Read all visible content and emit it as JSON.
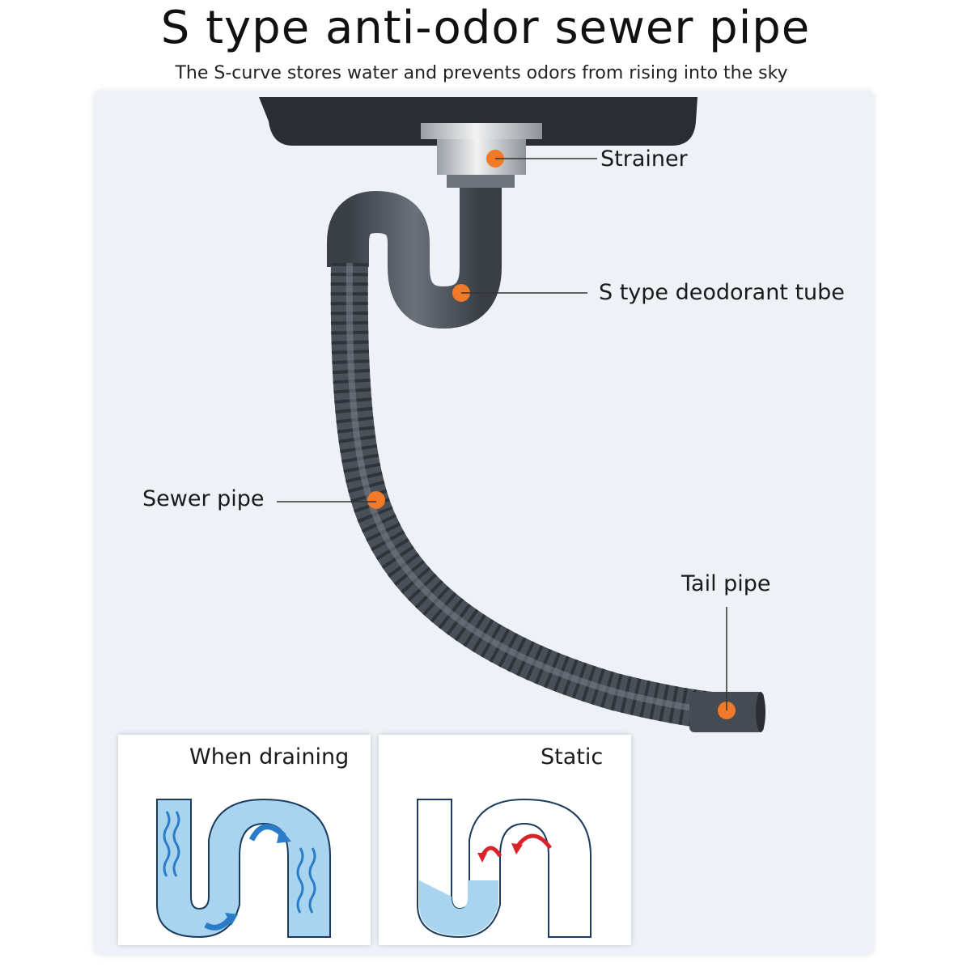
{
  "title": "S type anti-odor sewer pipe",
  "subtitle": "The S-curve stores water and prevents odors from rising into the sky",
  "callouts": {
    "strainer": "Strainer",
    "s_tube": "S type deodorant tube",
    "sewer_pipe": "Sewer pipe",
    "tail_pipe": "Tail pipe"
  },
  "insets": {
    "draining": "When draining",
    "static": "Static"
  },
  "colors": {
    "marker": "#f07a2a",
    "pipe": "#4a5058",
    "water": "#a9d4ef",
    "arrow_flow": "#2a7cc7",
    "arrow_return": "#d9232a"
  }
}
